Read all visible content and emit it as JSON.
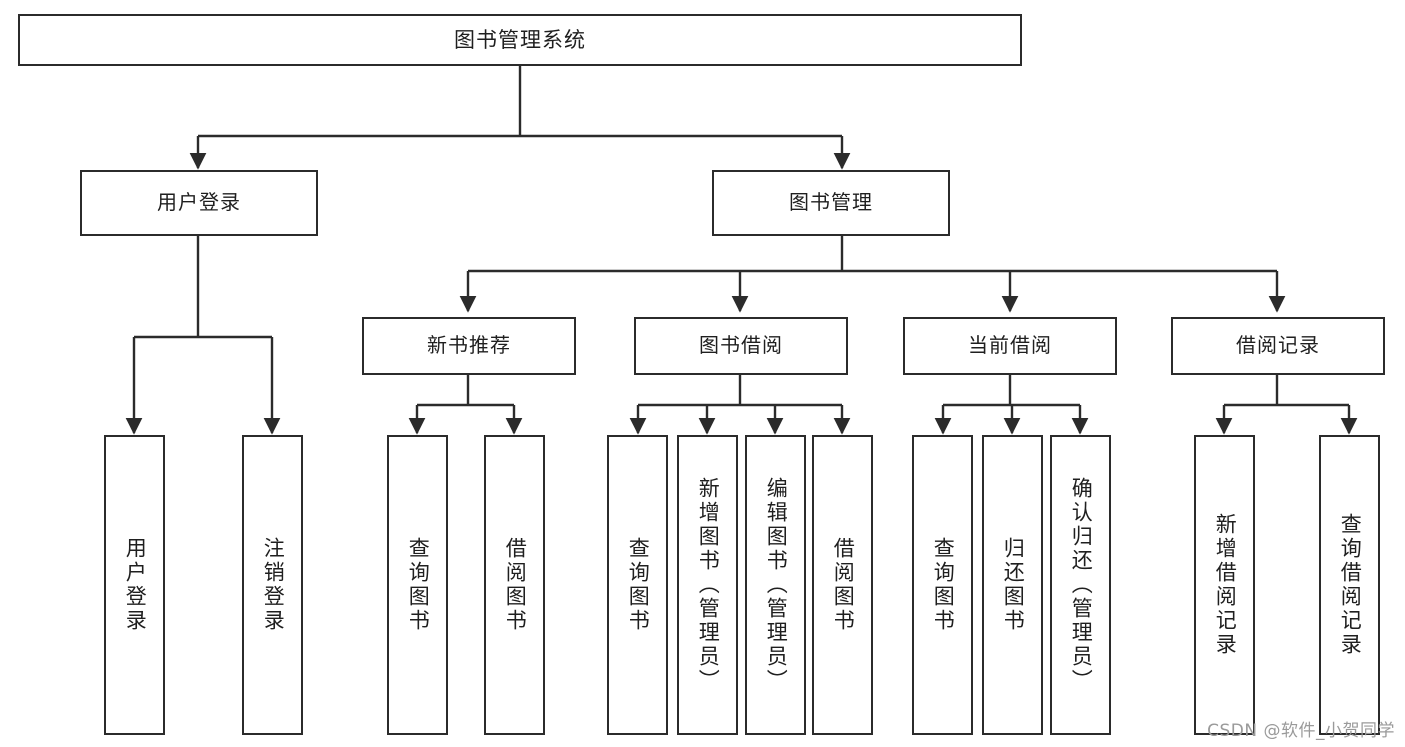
{
  "diagram": {
    "title": "图书管理系统",
    "type": "tree",
    "watermark": "CSDN @软件_小贺同学",
    "colors": {
      "stroke": "#2b2b2b",
      "fill": "#ffffff",
      "text": "#1f1f1f",
      "watermark": "#9a9a9a"
    },
    "root": {
      "label": "图书管理系统"
    },
    "level2": [
      {
        "id": "user-login",
        "label": "用户登录"
      },
      {
        "id": "book-manage",
        "label": "图书管理"
      }
    ],
    "level3": [
      {
        "id": "new-book-rec",
        "label": "新书推荐"
      },
      {
        "id": "book-borrow",
        "label": "图书借阅"
      },
      {
        "id": "current-borrow",
        "label": "当前借阅"
      },
      {
        "id": "borrow-record",
        "label": "借阅记录"
      }
    ],
    "leaves": {
      "user_login": [
        {
          "id": "leaf-user-login",
          "label": "用户登录"
        },
        {
          "id": "leaf-logout",
          "label": "注销登录"
        }
      ],
      "new_book_rec": [
        {
          "id": "leaf-query-book-1",
          "label": "查询图书"
        },
        {
          "id": "leaf-borrow-book-1",
          "label": "借阅图书"
        }
      ],
      "book_borrow": [
        {
          "id": "leaf-query-book-2",
          "label": "查询图书"
        },
        {
          "id": "leaf-add-book",
          "label": "新增图书（管理员）"
        },
        {
          "id": "leaf-edit-book",
          "label": "编辑图书（管理员）"
        },
        {
          "id": "leaf-borrow-book-2",
          "label": "借阅图书"
        }
      ],
      "current_borrow": [
        {
          "id": "leaf-query-book-3",
          "label": "查询图书"
        },
        {
          "id": "leaf-return-book",
          "label": "归还图书"
        },
        {
          "id": "leaf-confirm-return",
          "label": "确认归还（管理员）"
        }
      ],
      "borrow_record": [
        {
          "id": "leaf-add-record",
          "label": "新增借阅记录"
        },
        {
          "id": "leaf-query-record",
          "label": "查询借阅记录"
        }
      ]
    }
  }
}
